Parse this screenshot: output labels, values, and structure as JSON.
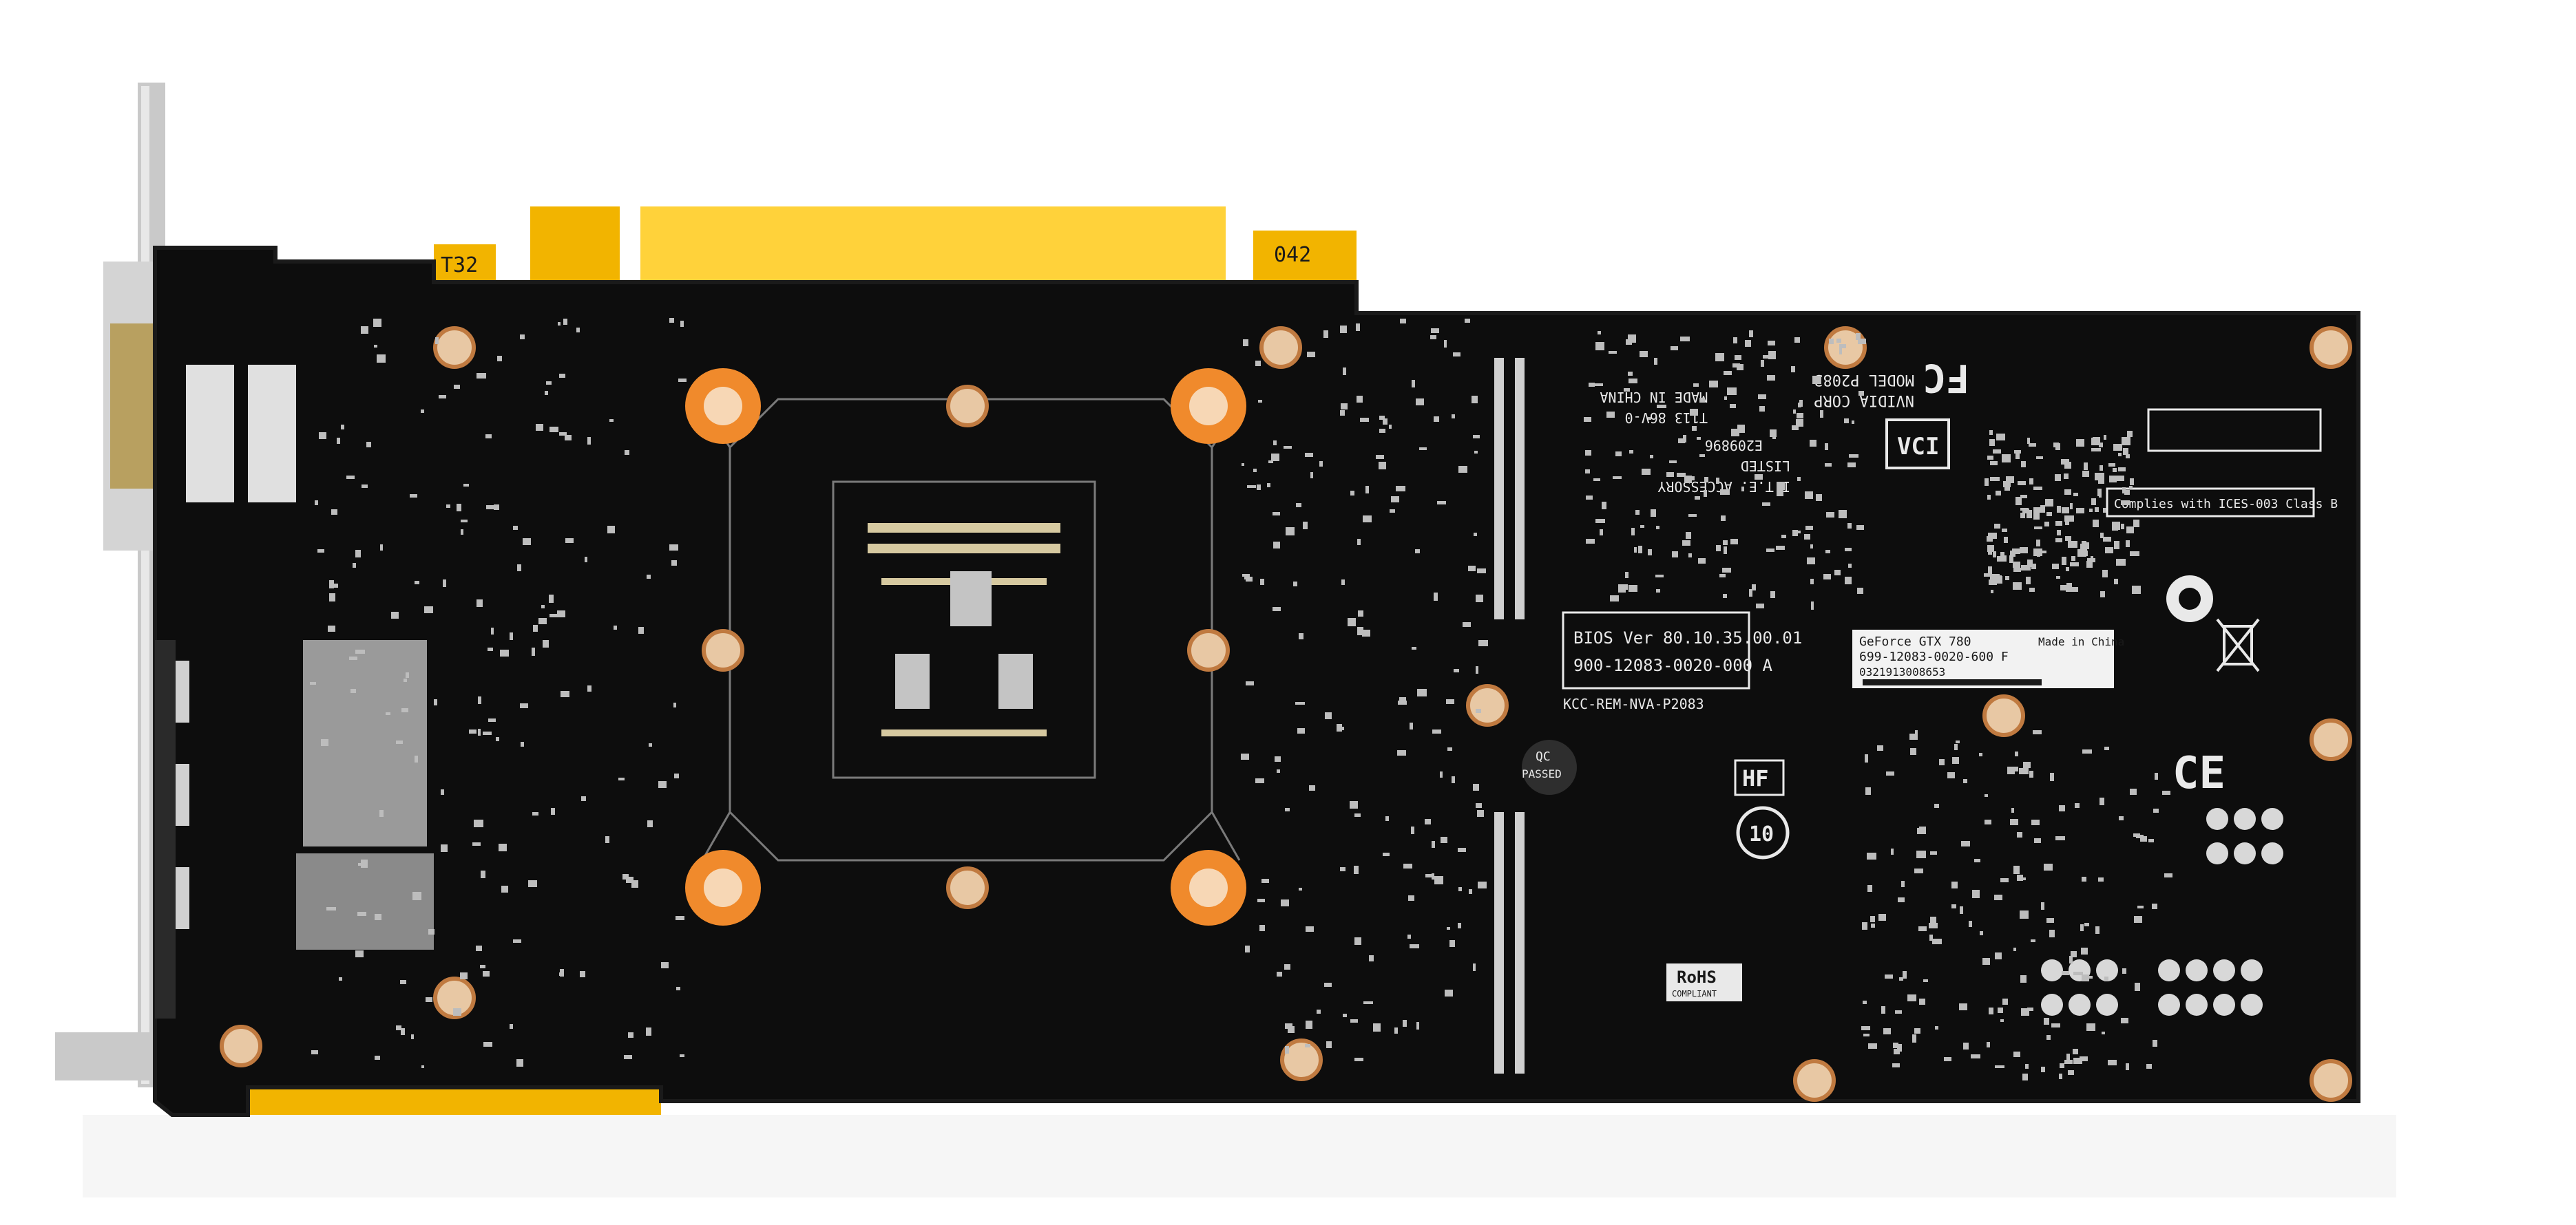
{
  "photo": {
    "subject": "graphics card PCB back side",
    "colors": {
      "background": "#ffffff",
      "pcb": "#0d0d0d",
      "pcb_edge": "#1a1a1a",
      "gold_finger": "#f2b400",
      "gold_finger_light": "#ffd23a",
      "copper_ring": "#f08a2c",
      "pad_silver": "#d8d8d8",
      "bracket": "#c9c9c9",
      "silkscreen": "#e9e9e9"
    }
  },
  "markings": {
    "connector_tag_left": "T32",
    "connector_tag_right": "042",
    "model_line_1": "MODEL P2083",
    "model_line_2": "NVIDIA CORP",
    "compliance": "Complies with ICES-003 Class B",
    "bios_line_1": "BIOS Ver 80.10.35.00.01",
    "bios_line_2": "900-12083-0020-000 A",
    "product_line_1": "GeForce GTX 780",
    "product_line_2": "699-12083-0020-600 F",
    "serial": "0321913008653",
    "made_in": "Made in China",
    "made_in_pcb": "MADE IN CHINA",
    "ul_listed": "LISTED",
    "ul_accessory": "I.T.E. ACCESSORY",
    "ul_number": "E209896",
    "kcc": "KCC-REM-NVA-P2083",
    "qc": "QC",
    "passed": "PASSED",
    "hf": "HF",
    "rohs": "RoHS",
    "rohs_sub": "COMPLIANT",
    "fcc": "FC",
    "vci": "VCI",
    "ce": "CE",
    "ten_logo": "10",
    "date_code": "T113 86V-0"
  }
}
